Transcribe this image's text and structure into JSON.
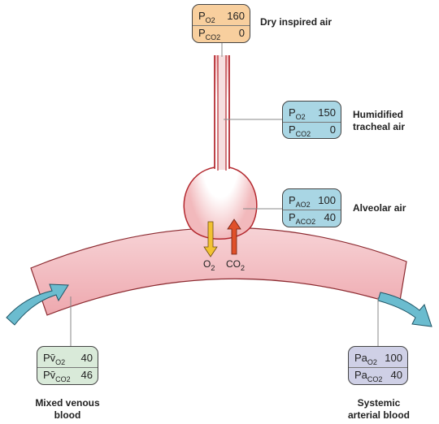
{
  "boxes": {
    "dry_air": {
      "rows": [
        {
          "main": "P",
          "sub": "O2",
          "value": "160"
        },
        {
          "main": "P",
          "sub": "CO2",
          "value": "0"
        }
      ],
      "caption": "Dry inspired air",
      "fill": "#f8cf9e"
    },
    "tracheal": {
      "rows": [
        {
          "main": "P",
          "sub": "O2",
          "value": "150"
        },
        {
          "main": "P",
          "sub": "CO2",
          "value": "0"
        }
      ],
      "caption_line1": "Humidified",
      "caption_line2": "tracheal air",
      "fill": "#a9d6e4"
    },
    "alveolar": {
      "rows": [
        {
          "main": "P",
          "sub": "AO2",
          "value": "100"
        },
        {
          "main": "P",
          "sub": "ACO2",
          "value": "40"
        }
      ],
      "caption": "Alveolar air",
      "fill": "#a9d6e4"
    },
    "venous": {
      "rows": [
        {
          "main": "Pv̄",
          "sub": "O2",
          "value": "40"
        },
        {
          "main": "Pv̄",
          "sub": "CO2",
          "value": "46"
        }
      ],
      "caption_line1": "Mixed venous",
      "caption_line2": "blood",
      "fill": "#d9ead9"
    },
    "arterial": {
      "rows": [
        {
          "main": "Pa",
          "sub": "O2",
          "value": "100"
        },
        {
          "main": "Pa",
          "sub": "CO2",
          "value": "40"
        }
      ],
      "caption_line1": "Systemic",
      "caption_line2": "arterial blood",
      "fill": "#cfd0e6"
    }
  },
  "gas_labels": {
    "o2_main": "O",
    "o2_sub": "2",
    "co2_main": "CO",
    "co2_sub": "2"
  },
  "colors": {
    "airway_fill": "#f6dfe0",
    "airway_stroke": "#b3282e",
    "capillary_fill": "#f3c6ca",
    "capillary_stroke": "#8c2a30",
    "flow_arrow": "#6bbccf",
    "o2_arrow": "#f2c232",
    "co2_arrow": "#e0502a"
  }
}
